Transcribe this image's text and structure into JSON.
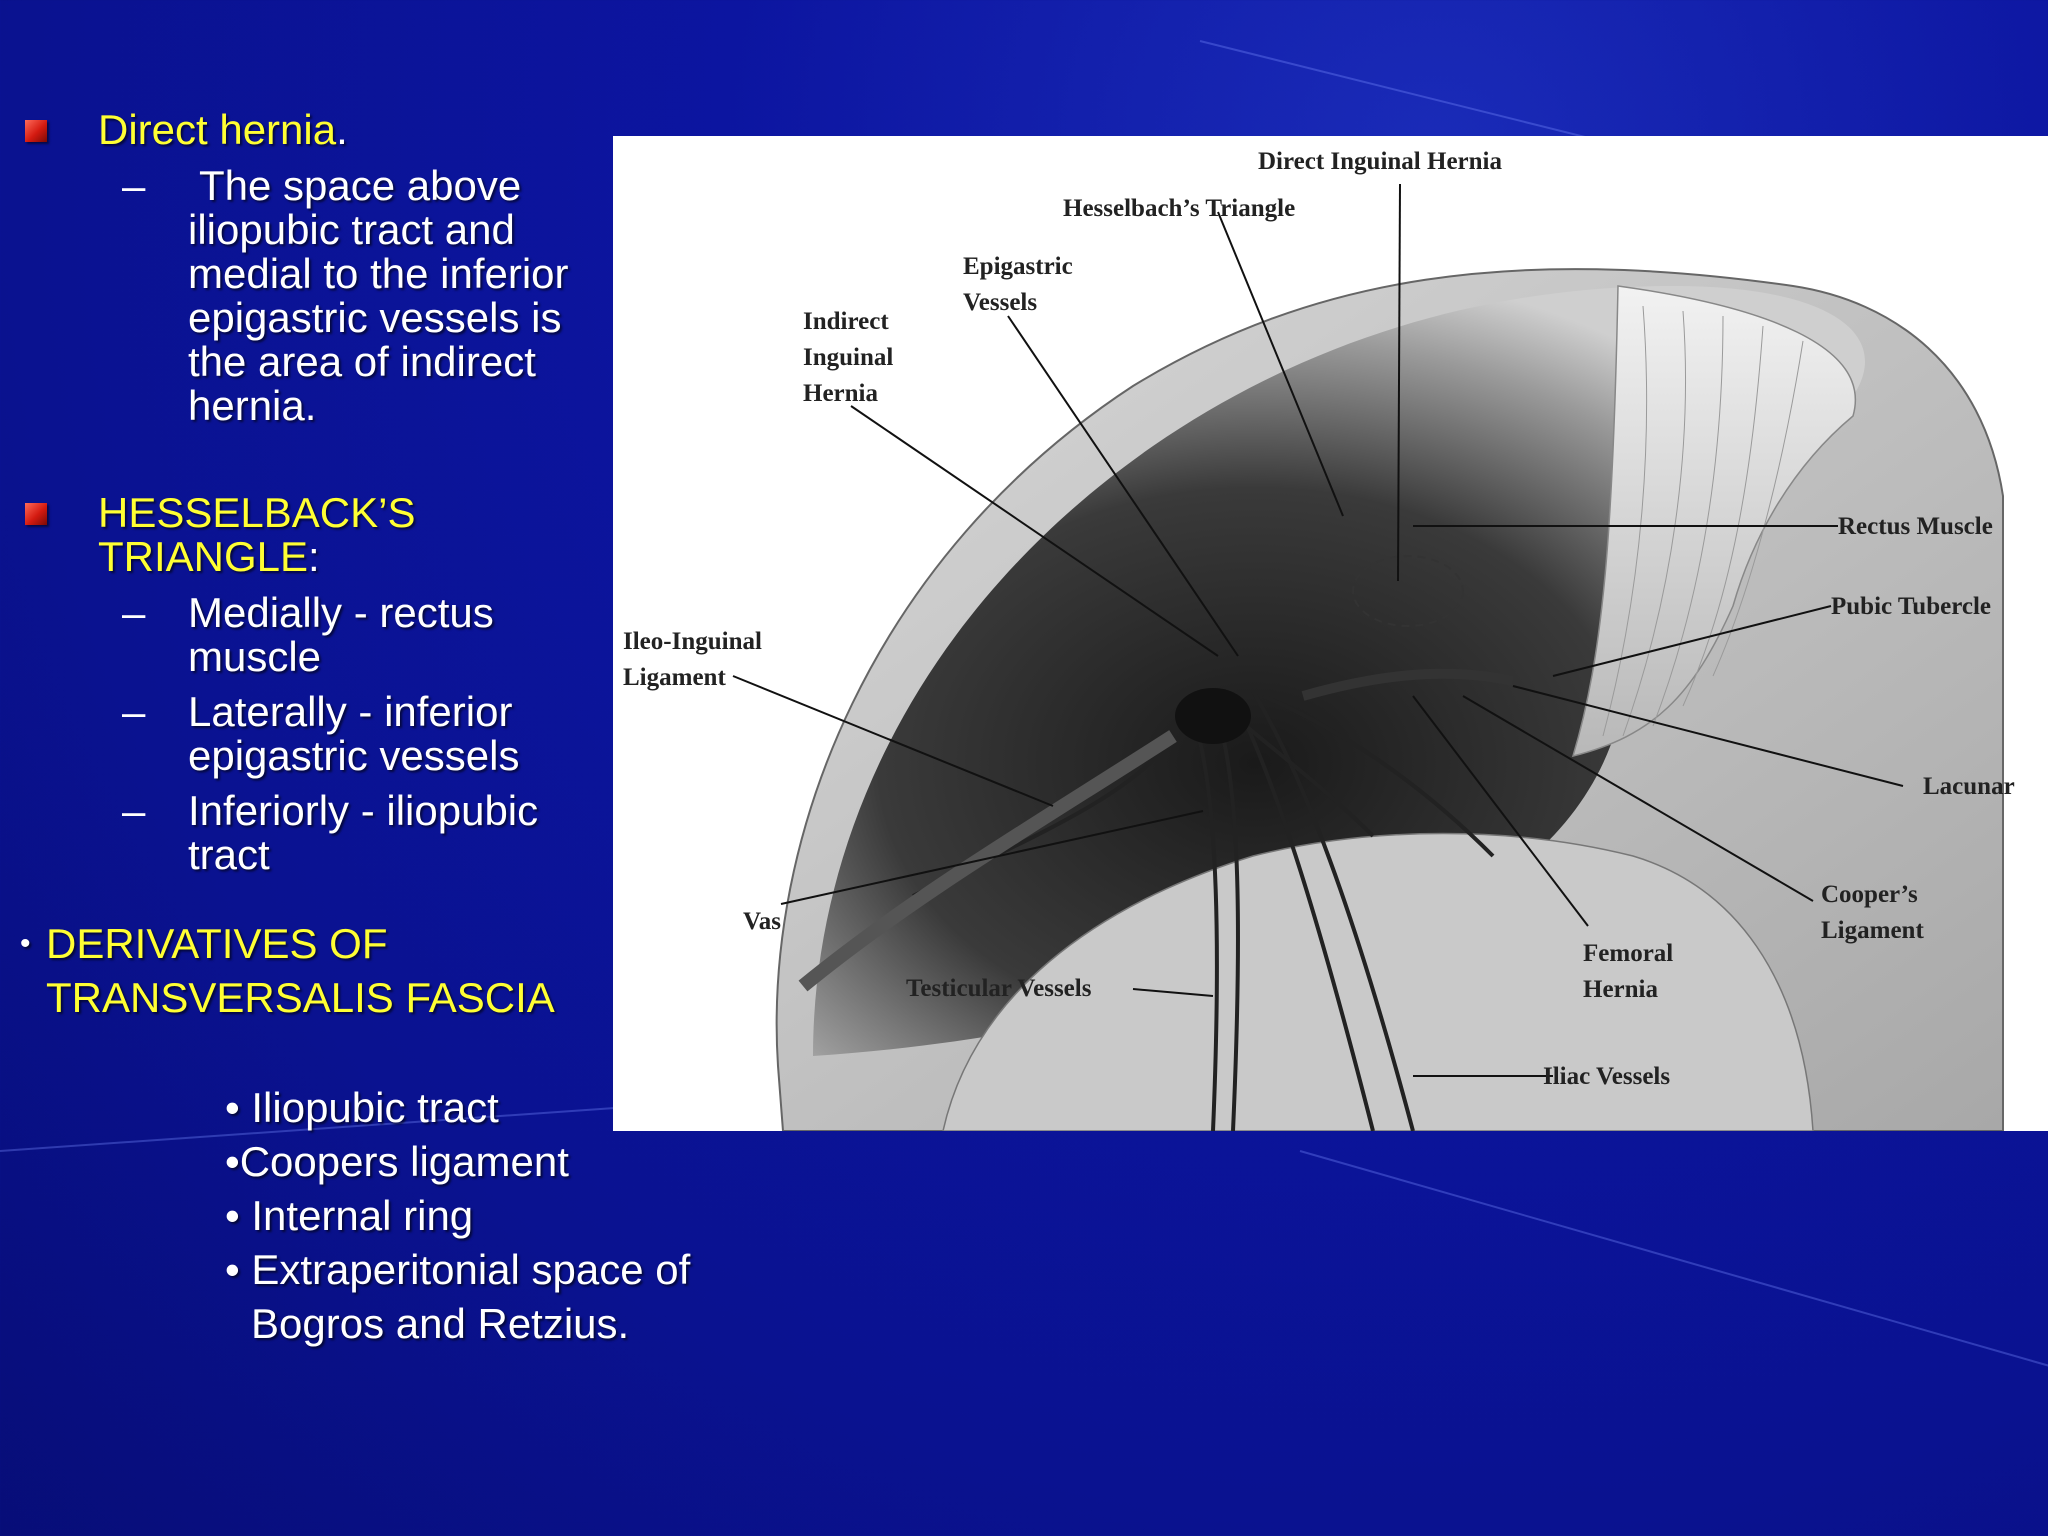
{
  "slide": {
    "direct_hernia": {
      "title": "Direct hernia",
      "title_suffix": ".",
      "dash": "–",
      "lines": [
        "The space above",
        "iliopubic tract and",
        "medial to the inferior",
        "epigastric vessels is",
        "the area of indirect",
        "hernia."
      ]
    },
    "hesselback": {
      "title_line1": "HESSELBACK’S",
      "title_line2": "TRIANGLE",
      "colon": ":",
      "items": [
        {
          "dash": "–",
          "line1": "Medially - rectus",
          "line2": "muscle"
        },
        {
          "dash": "–",
          "line1": "Laterally - inferior",
          "line2": "epigastric vessels"
        },
        {
          "dash": "–",
          "line1": "Inferiorly - iliopubic",
          "line2": "tract"
        }
      ]
    },
    "derivatives": {
      "bullet": "•",
      "line1": "DERIVATIVES OF",
      "line2": "TRANSVERSALIS FASCIA",
      "items": [
        "• Iliopubic tract",
        "•Coopers ligament",
        "• Internal ring",
        "• Extraperitonial  space of",
        "Bogros and Retzius."
      ]
    }
  },
  "figure": {
    "labels": {
      "direct_inguinal_hernia": "Direct Inguinal Hernia",
      "hesselbachs_triangle": "Hesselbach’s Triangle",
      "epigastric_1": "Epigastric",
      "epigastric_2": "Vessels",
      "indirect_1": "Indirect",
      "indirect_2": "Inguinal",
      "indirect_3": "Hernia",
      "ilio_1": "Ileo-Inguinal",
      "ilio_2": "Ligament",
      "rectus_muscle": "Rectus Muscle",
      "pubic_tubercle": "Pubic Tubercle",
      "lacunar": "Lacunar",
      "coopers_1": "Cooper’s",
      "coopers_2": "Ligament",
      "femoral_1": "Femoral",
      "femoral_2": "Hernia",
      "vas": "Vas",
      "testicular_vessels": "Testicular Vessels",
      "iliac_vessels": "Iliac Vessels"
    }
  },
  "colors": {
    "background": "#0a1290",
    "heading": "#ffff33",
    "body_text": "#ffffff",
    "bullet": "#d41a10"
  }
}
